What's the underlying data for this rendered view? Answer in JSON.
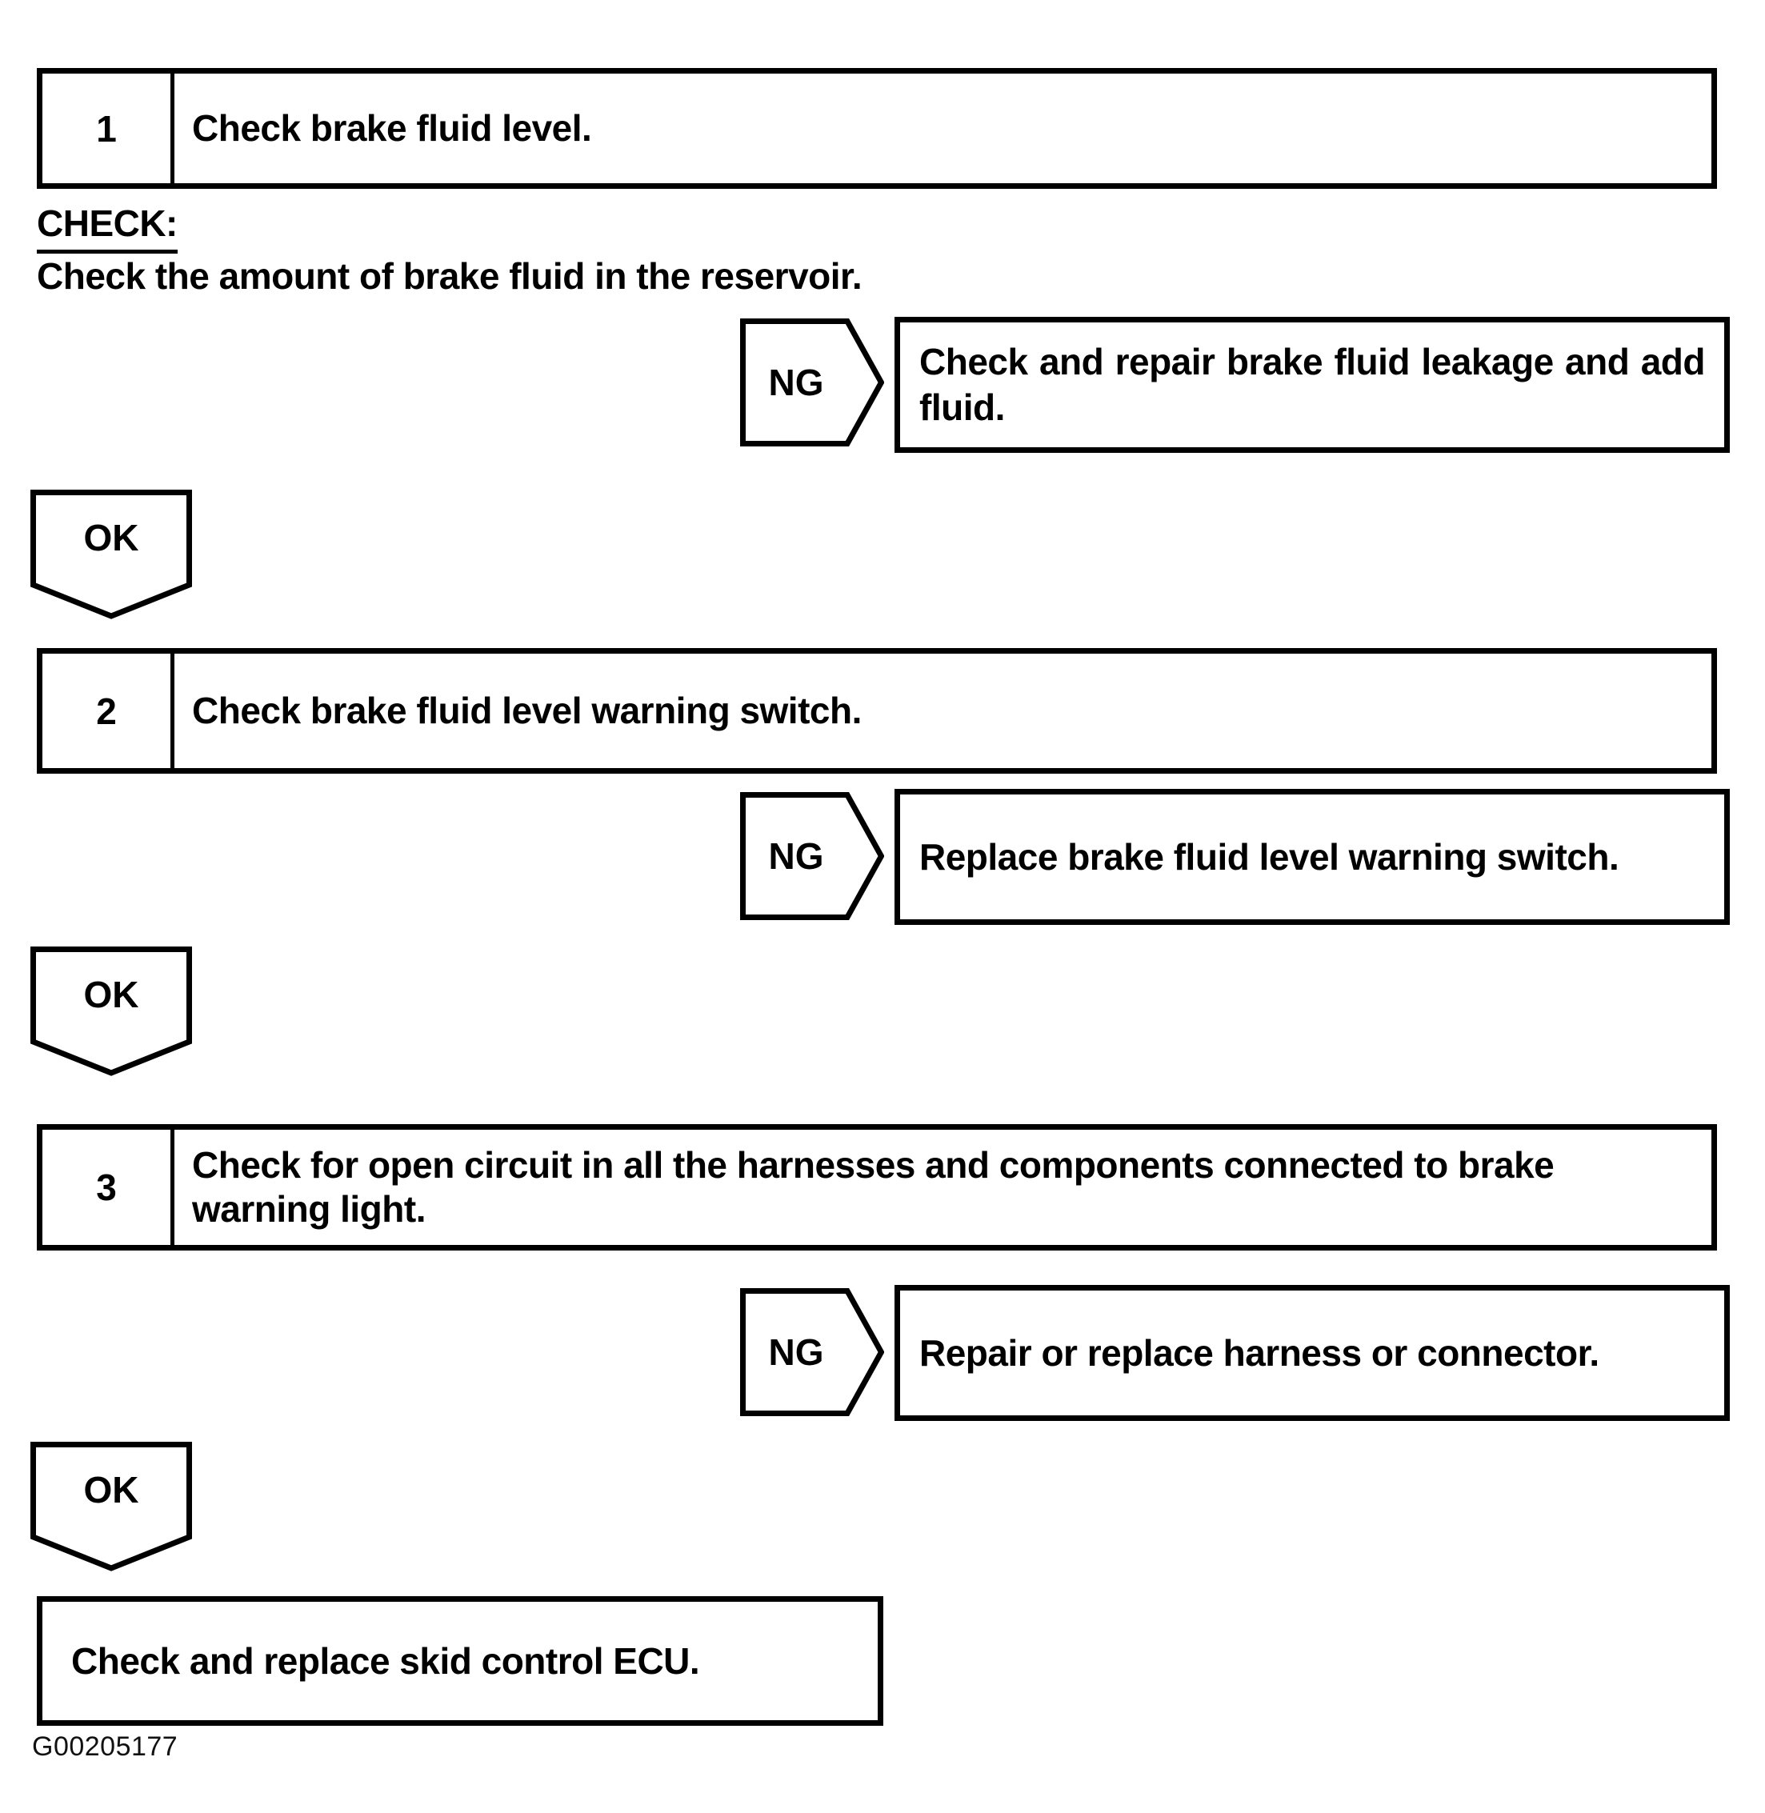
{
  "page": {
    "figure_id": "G00205177"
  },
  "colors": {
    "ink": "#000000",
    "paper": "#ffffff"
  },
  "check_section": {
    "heading": "CHECK:",
    "body": "Check the amount of brake fluid in the reservoir."
  },
  "connectors": {
    "ng_label": "NG",
    "ok_label": "OK"
  },
  "steps": [
    {
      "number": "1",
      "title": "Check brake fluid level."
    },
    {
      "number": "2",
      "title": "Check brake fluid level warning switch."
    },
    {
      "number": "3",
      "title": "Check for open circuit in all the harnesses and components connected to brake warning light."
    }
  ],
  "ng_results": [
    "Check and repair brake fluid leakage and add fluid.",
    "Replace brake fluid level warning switch.",
    "Repair or replace harness or connector."
  ],
  "final_action": "Check and replace skid control ECU."
}
